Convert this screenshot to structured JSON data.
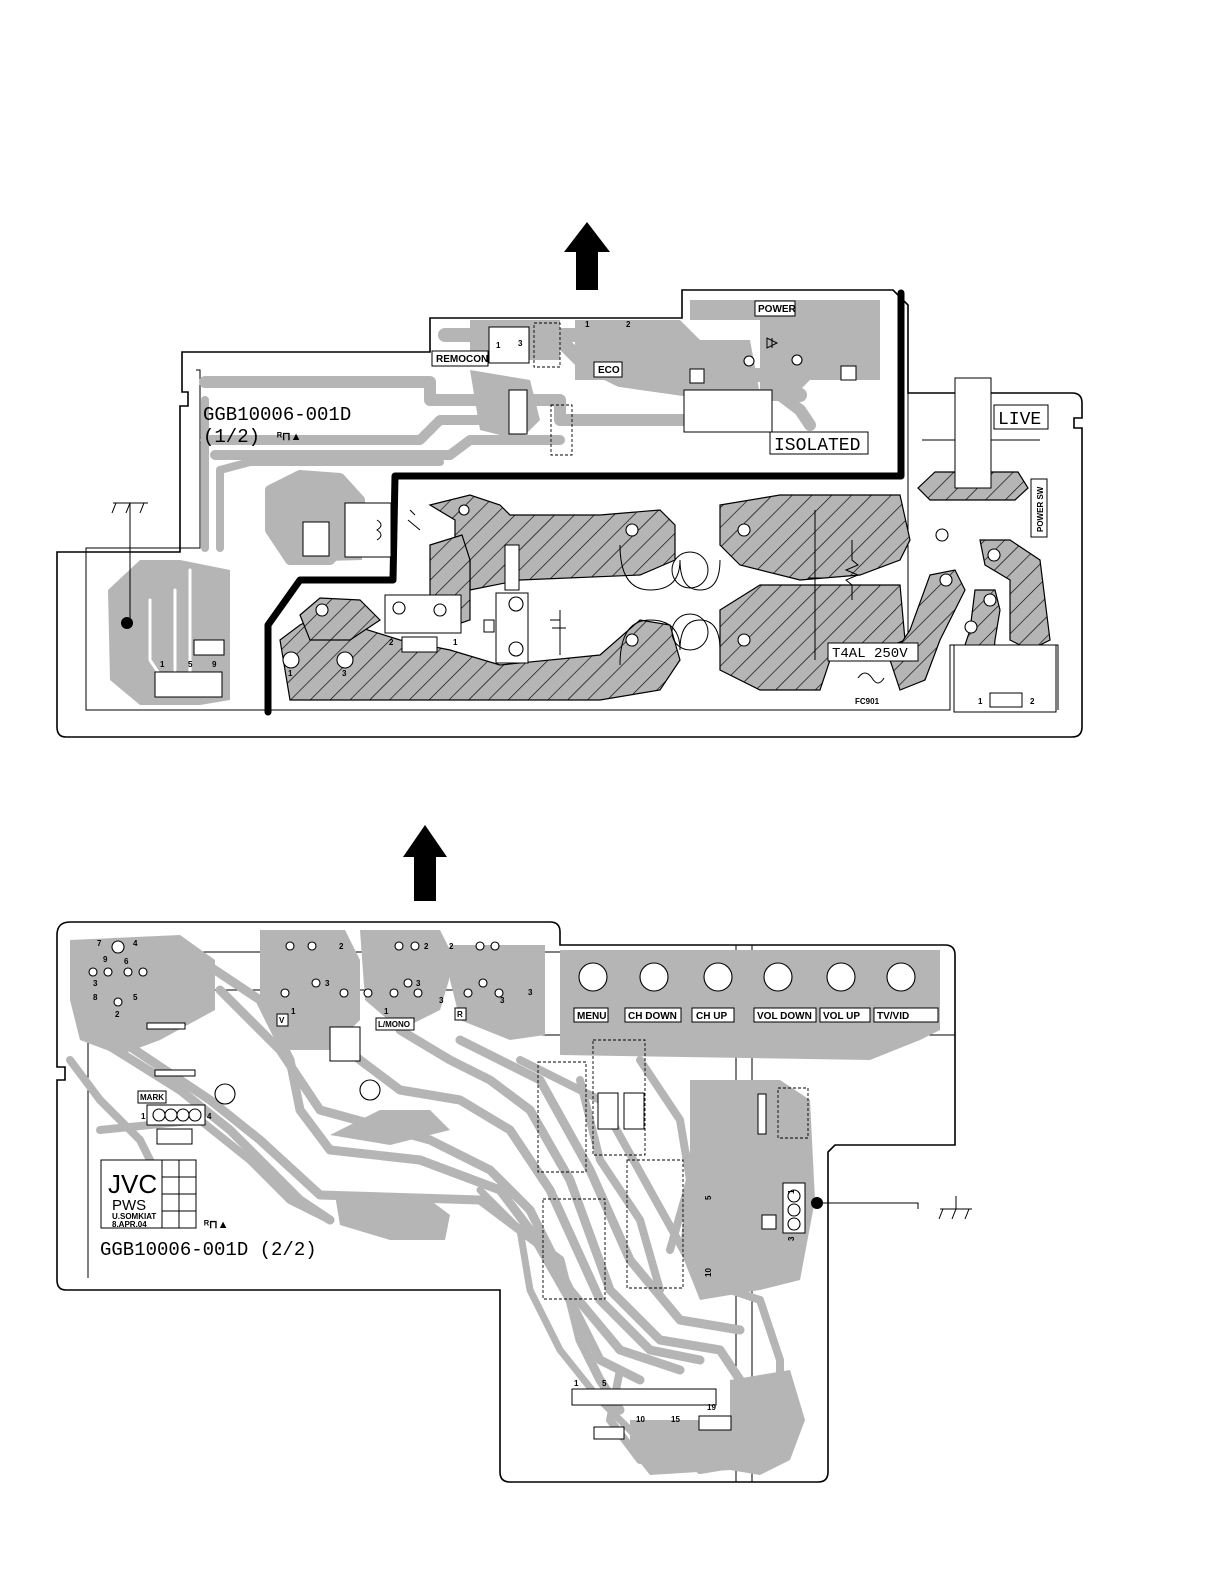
{
  "board1": {
    "part_number": "GGB10006-001D",
    "sheet": "(1/2)",
    "labels": {
      "remocon": "REMOCON",
      "eco": "ECO",
      "power": "POWER",
      "isolated": "ISOLATED",
      "live": "LIVE",
      "power_sw": "POWER SW",
      "fuse": "T4AL 250V",
      "fc": "FC901"
    },
    "pin_numbers": {
      "conn_left": [
        "1",
        "5",
        "9"
      ],
      "remocon": [
        "1",
        "3"
      ],
      "eco": [
        "1",
        "2"
      ],
      "transformer": [
        "2",
        "1"
      ],
      "rect": [
        "1",
        "3"
      ],
      "power_conn": [
        "1",
        "2"
      ]
    }
  },
  "board2": {
    "part_number": "GGB10006-001D (2/2)",
    "buttons": [
      "MENU",
      "CH DOWN",
      "CH UP",
      "VOL DOWN",
      "VOL UP",
      "TV/VID"
    ],
    "labels": {
      "lmono": "L/MONO",
      "v": "V",
      "r": "R",
      "mark": "MARK",
      "brand": "JVC",
      "brand_sub": "PWS",
      "signer": "U.SOMKIAT",
      "date": "8.APR.04"
    },
    "pin_numbers": {
      "av": [
        "7",
        "4",
        "9",
        "6",
        "3",
        "8",
        "5",
        "2"
      ],
      "jacks": [
        "2",
        "2",
        "2",
        "3",
        "3",
        "3",
        "3",
        "3",
        "1",
        "1"
      ],
      "mark_conn": [
        "1",
        "4"
      ],
      "main_conn": [
        "1",
        "5",
        "10",
        "15",
        "19"
      ],
      "ic": [
        "10",
        "5"
      ],
      "reg": [
        "1",
        "3"
      ]
    }
  }
}
